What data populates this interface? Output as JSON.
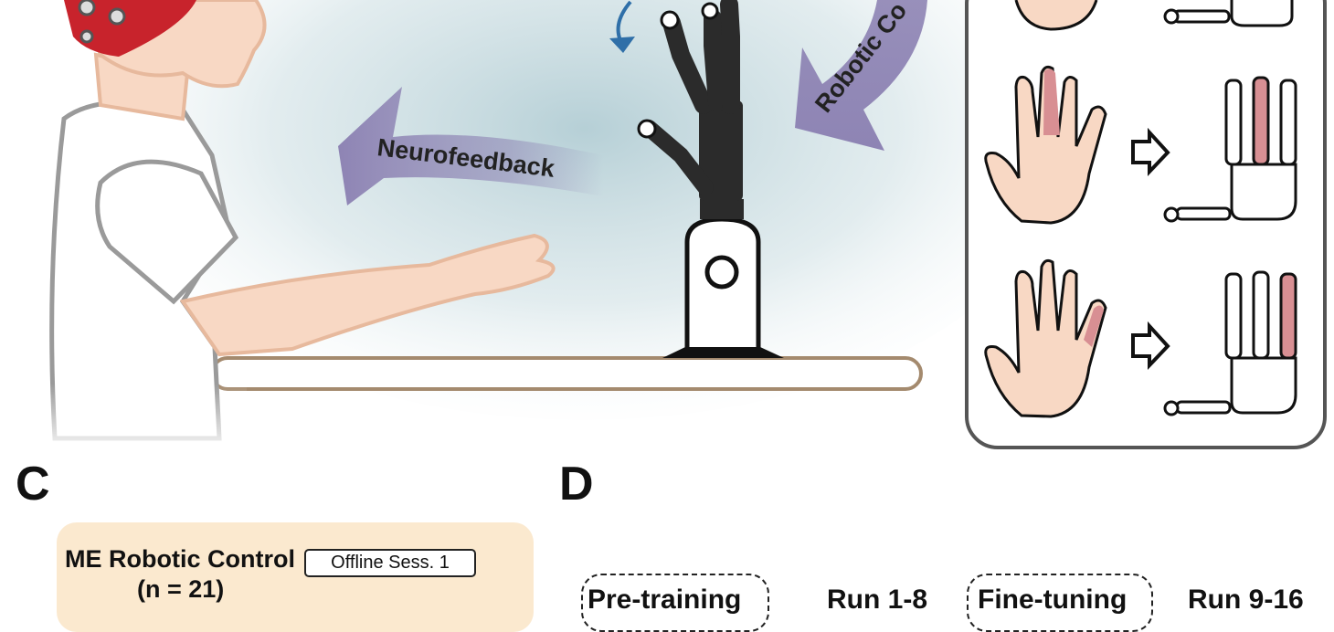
{
  "panels": {
    "c_letter": "C",
    "d_letter": "D"
  },
  "panel_a": {
    "neurofeedback_label": "Neurofeedback",
    "robotic_control_label": "Robotic Co"
  },
  "panel_c": {
    "title": "ME Robotic Control",
    "n_label": "(n = 21)",
    "session_badge": "Offline Sess. 1"
  },
  "panel_d": {
    "items": [
      "Pre-training",
      "Run 1-8",
      "Fine-tuning",
      "Run 9-16"
    ]
  },
  "colors": {
    "arrow_purple": "#8e84b4",
    "cap_red": "#c8232c",
    "skin": "#f8d8c4",
    "highlight_finger": "#d88f93",
    "robot_dark": "#2b2b2b",
    "panel_c_bg": "#fbe9cf"
  }
}
